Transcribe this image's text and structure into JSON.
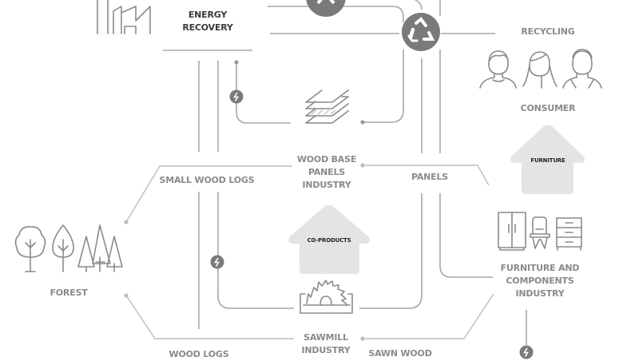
{
  "nodes": {
    "energy_recovery": "ENERGY\nRECOVERY",
    "recycling": "RECYCLING",
    "consumer": "CONSUMER",
    "wood_base_panels_industry": "WOOD BASE\nPANELS\nINDUSTRY",
    "forest": "FOREST",
    "sawmill_industry": "SAWMILL\nINDUSTRY",
    "furniture_and_components_industry": "FURNITURE AND\nCOMPONENTS\nINDUSTRY"
  },
  "flows": {
    "small_wood_logs": "SMALL WOOD LOGS",
    "wood_logs": "WOOD LOGS",
    "panels": "PANELS",
    "sawn_wood": "SAWN WOOD"
  },
  "outputs": {
    "co_products": "CO-PRODUCTS",
    "furniture": "FURNITURE"
  },
  "icons": {
    "factory": "factory-icon",
    "recycle": "recycle-icon",
    "energy": "lightning-icon",
    "panels": "stacked-panels-icon",
    "people": "people-icon",
    "trees": "trees-icon",
    "saw": "circular-saw-icon",
    "furniture": "furniture-icon"
  },
  "colors": {
    "line": "#a8a8a8",
    "label": "#8a8a8a",
    "badge": "#7a7a7a",
    "arrow_fill": "#e4e4e4"
  }
}
